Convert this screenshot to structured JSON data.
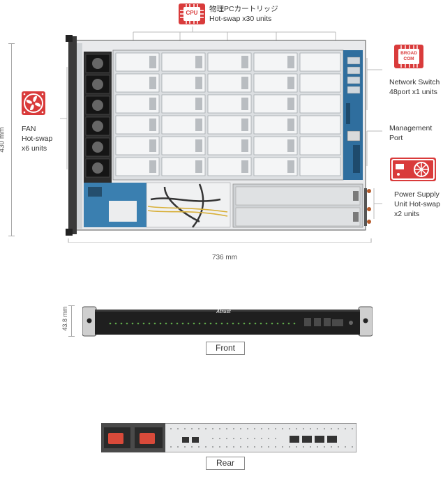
{
  "callouts": {
    "cpu": {
      "icon_text": "CPU",
      "line1": "物理PCカートリッジ",
      "line2": "Hot-swap x30 units",
      "icon": "cpu-chip-icon"
    },
    "switch": {
      "icon_text_1": "BROAD",
      "icon_text_2": "COM",
      "line1": "Network Switch",
      "line2": "48port x1 units",
      "icon": "broadcom-chip-icon"
    },
    "fan": {
      "line1": "FAN",
      "line2": "Hot-swap",
      "line3": "x6 units",
      "icon": "fan-icon"
    },
    "mgmt": {
      "line1": "Management",
      "line2": "Port"
    },
    "psu": {
      "line1": "Power Supply",
      "line2": "Unit Hot-swap",
      "line3": "x2 units",
      "icon": "power-supply-icon"
    }
  },
  "dimensions": {
    "depth": "430 mm",
    "width": "736 mm",
    "height": "43.8 mm"
  },
  "front": {
    "label": "Front",
    "brand": "Atrust"
  },
  "rear": {
    "label": "Rear"
  },
  "colors": {
    "accent": "#d93b3b",
    "chassis": "#2b2b2b",
    "pcb": "#2f6e9e"
  }
}
